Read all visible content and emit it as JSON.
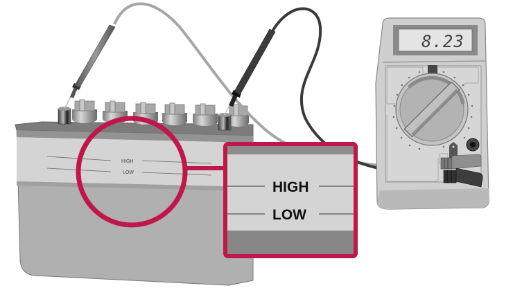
{
  "diagram": {
    "title": "Battery voltage test with multimeter and electrolyte level indicator",
    "battery": {
      "level_marks": {
        "high": "HIGH",
        "low": "LOW"
      }
    },
    "callout": {
      "high": "HIGH",
      "low": "LOW"
    },
    "multimeter": {
      "display_value": "8.23"
    },
    "colors": {
      "callout": "#c0174a",
      "battery_body": "#b0b0b0",
      "battery_band": "#d4d4d4",
      "battery_top": "#808080",
      "meter_body": "#cfcfcf",
      "lcd": "#e4e4e4",
      "probe_red_wire": "#a6a6a6",
      "probe_black_wire": "#3a3a3a"
    }
  }
}
